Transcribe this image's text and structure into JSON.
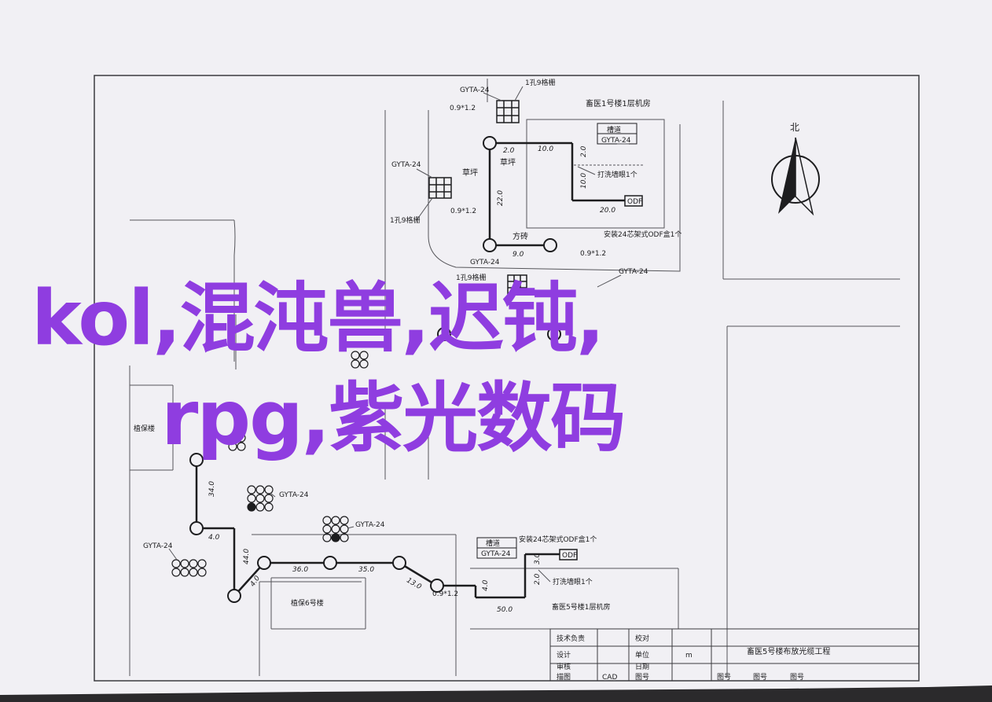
{
  "overlay": {
    "line1": "kol,混沌兽,迟钝,",
    "line2": "rpg,紫光数码"
  },
  "diagram": {
    "north": "北",
    "gyta24": "GYTA-24",
    "hole_9": "1孔9格栅",
    "cable_0912": "0.9*1.2",
    "building_top": "畜医1号楼1层机房",
    "shaft_title": "槽道",
    "shaft_cable": "GYTA-24",
    "grass_left": "草坪",
    "grass_right": "草坪",
    "v20": "2.0",
    "v100": "10.0",
    "v22": "22.0",
    "v2": "2.0",
    "v10": "10.0",
    "wall_hole": "打洗墙眼1个",
    "odf": "ODF",
    "v20b": "20.0",
    "odf_install": "安装24芯架式ODF盒1个",
    "brick": "方砖",
    "v90": "9.0",
    "road_left": "植保楼",
    "v34": "34.0",
    "v40a": "4.0",
    "v40b": "4.0",
    "v440": "44.0",
    "v360": "36.0",
    "v350": "35.0",
    "v130": "13.0",
    "road_bottom": "植保6号楼",
    "odf_install_b": "安装24芯架式ODF盒1个",
    "v30": "3.0",
    "v20c": "2.0",
    "v40c": "4.0",
    "v500": "50.0",
    "wall_hole_b": "打洗墙眼1个",
    "building_bottom": "畜医5号楼1层机房",
    "title_block": {
      "tech": "技术负责",
      "check": "校对",
      "design": "设计",
      "unit": "单位",
      "unit_val": "m",
      "review": "审核",
      "date": "日期",
      "draw": "描图",
      "draw_val": "CAD",
      "sheet_no": "图号",
      "project": "畜医5号楼布放光缆工程",
      "fig_no1": "图号",
      "fig_no2": "图号",
      "fig_no3": "图号"
    }
  }
}
